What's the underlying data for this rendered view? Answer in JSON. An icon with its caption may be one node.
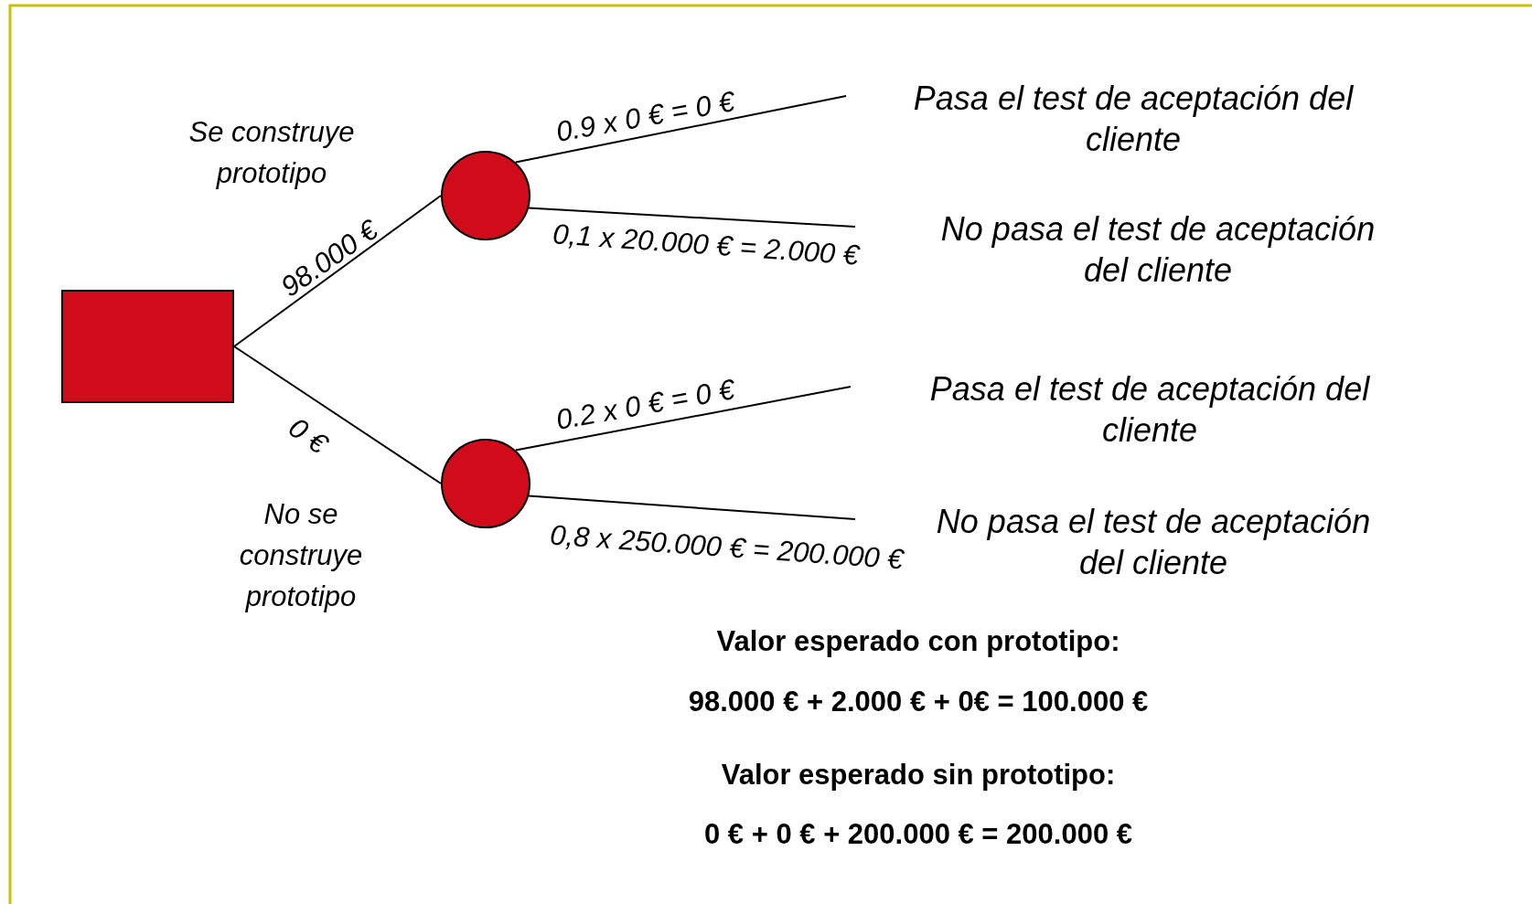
{
  "diagram": {
    "nodes": [
      {
        "text": [],
        "shape": "box"
      },
      {
        "text": [],
        "shape": "circle"
      },
      {
        "text": [],
        "shape": "circle"
      },
      {
        "text": [
          "Pasa el test de aceptación del cliente"
        ]
      },
      {
        "text": [
          "No pasa el test de aceptación del cliente"
        ]
      },
      {
        "text": [
          "Pasa el test de aceptación del cliente"
        ]
      },
      {
        "text": [
          "No pasa el test de aceptación del cliente"
        ]
      }
    ],
    "edges": [
      {
        "from": 0,
        "to": 1,
        "arrow": "none",
        "label": "98.000 €"
      },
      {
        "from": 0,
        "to": 2,
        "arrow": "none",
        "label": "0 €"
      },
      {
        "from": 1,
        "to": 3,
        "arrow": "none",
        "label": "0.9 x 0 € = 0 €"
      },
      {
        "from": 1,
        "to": 4,
        "arrow": "none",
        "label": "0,1 x 20.000 € = 2.000 €"
      },
      {
        "from": 2,
        "to": 5,
        "arrow": "none",
        "label": "0.2 x 0 € = 0 €"
      },
      {
        "from": 2,
        "to": 6,
        "arrow": "none",
        "label": "0,8 x 250.000 € = 200.000 €"
      }
    ],
    "labels": [
      "Se construye prototipo",
      "No se construye prototipo",
      "Valor esperado con prototipo:",
      "98.000 € + 2.000 € + 0€ = 100.000 €",
      "Valor esperado sin prototipo:",
      "0 € + 0 € + 200.000 € = 200.000 €"
    ]
  }
}
